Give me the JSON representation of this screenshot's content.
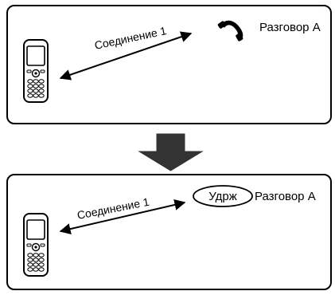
{
  "top_panel": {
    "connection_label": "Соединение 1",
    "call_label": "Разговор А"
  },
  "bottom_panel": {
    "connection_label": "Соединение 1",
    "hold_badge": "Удрж",
    "call_label": "Разговор А"
  },
  "icons": {
    "phone": "mobile-phone-icon",
    "handset": "handset-icon",
    "transition_arrow": "down-arrow-icon"
  },
  "colors": {
    "stroke": "#000000",
    "arrow_fill": "#333333",
    "background": "#ffffff"
  }
}
